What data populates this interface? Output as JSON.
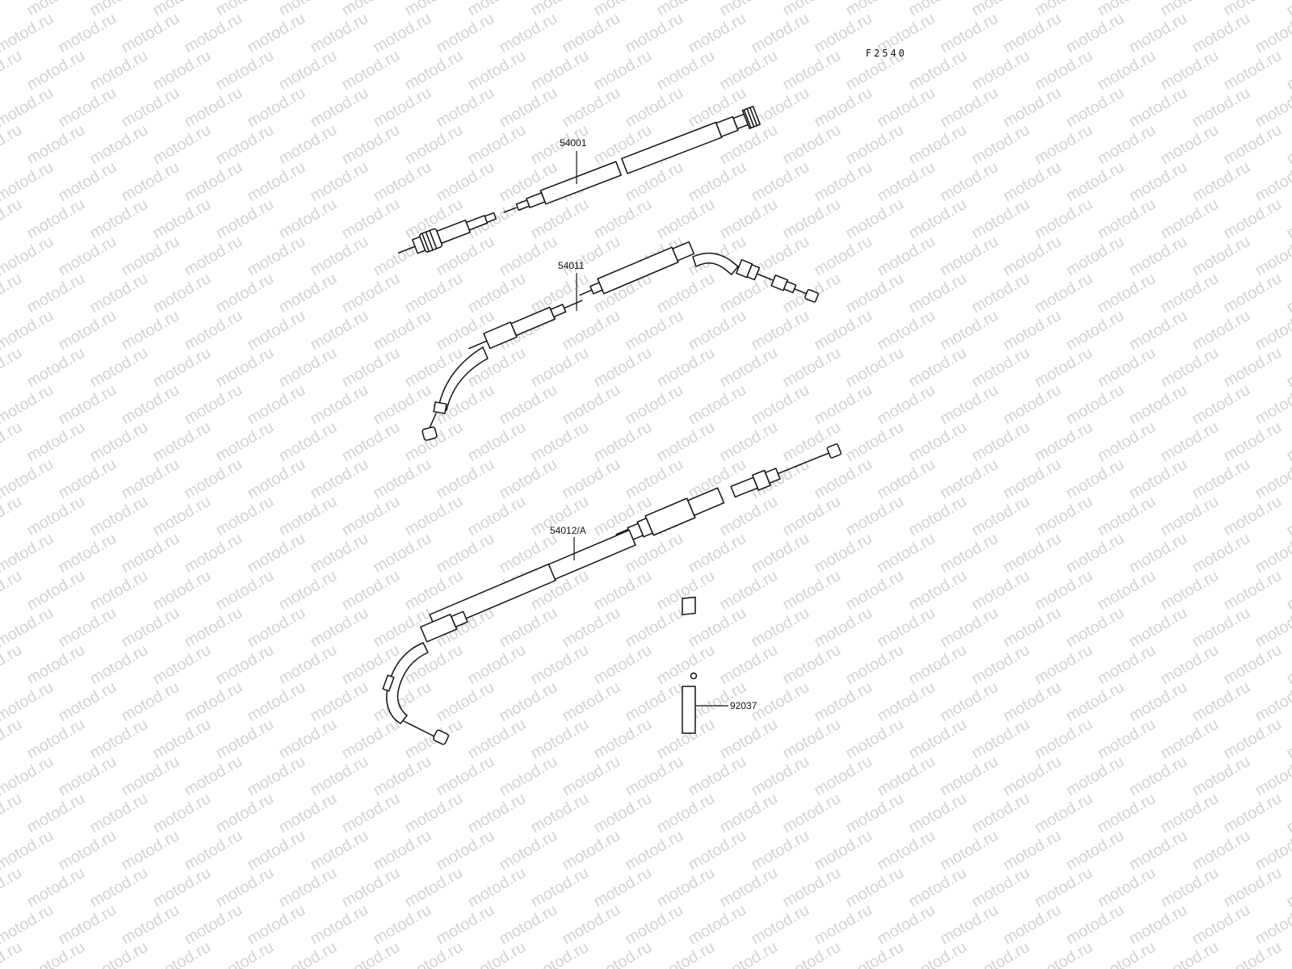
{
  "figure_code": "F2540",
  "watermark": {
    "text": "motod.ru",
    "color": "#d2d2d2"
  },
  "parts": [
    {
      "id": "speedometer-cable",
      "label": "54001"
    },
    {
      "id": "clutch-cable",
      "label": "54011"
    },
    {
      "id": "throttle-cable",
      "label": "54012/A"
    },
    {
      "id": "cable-band",
      "label": "92037"
    }
  ]
}
